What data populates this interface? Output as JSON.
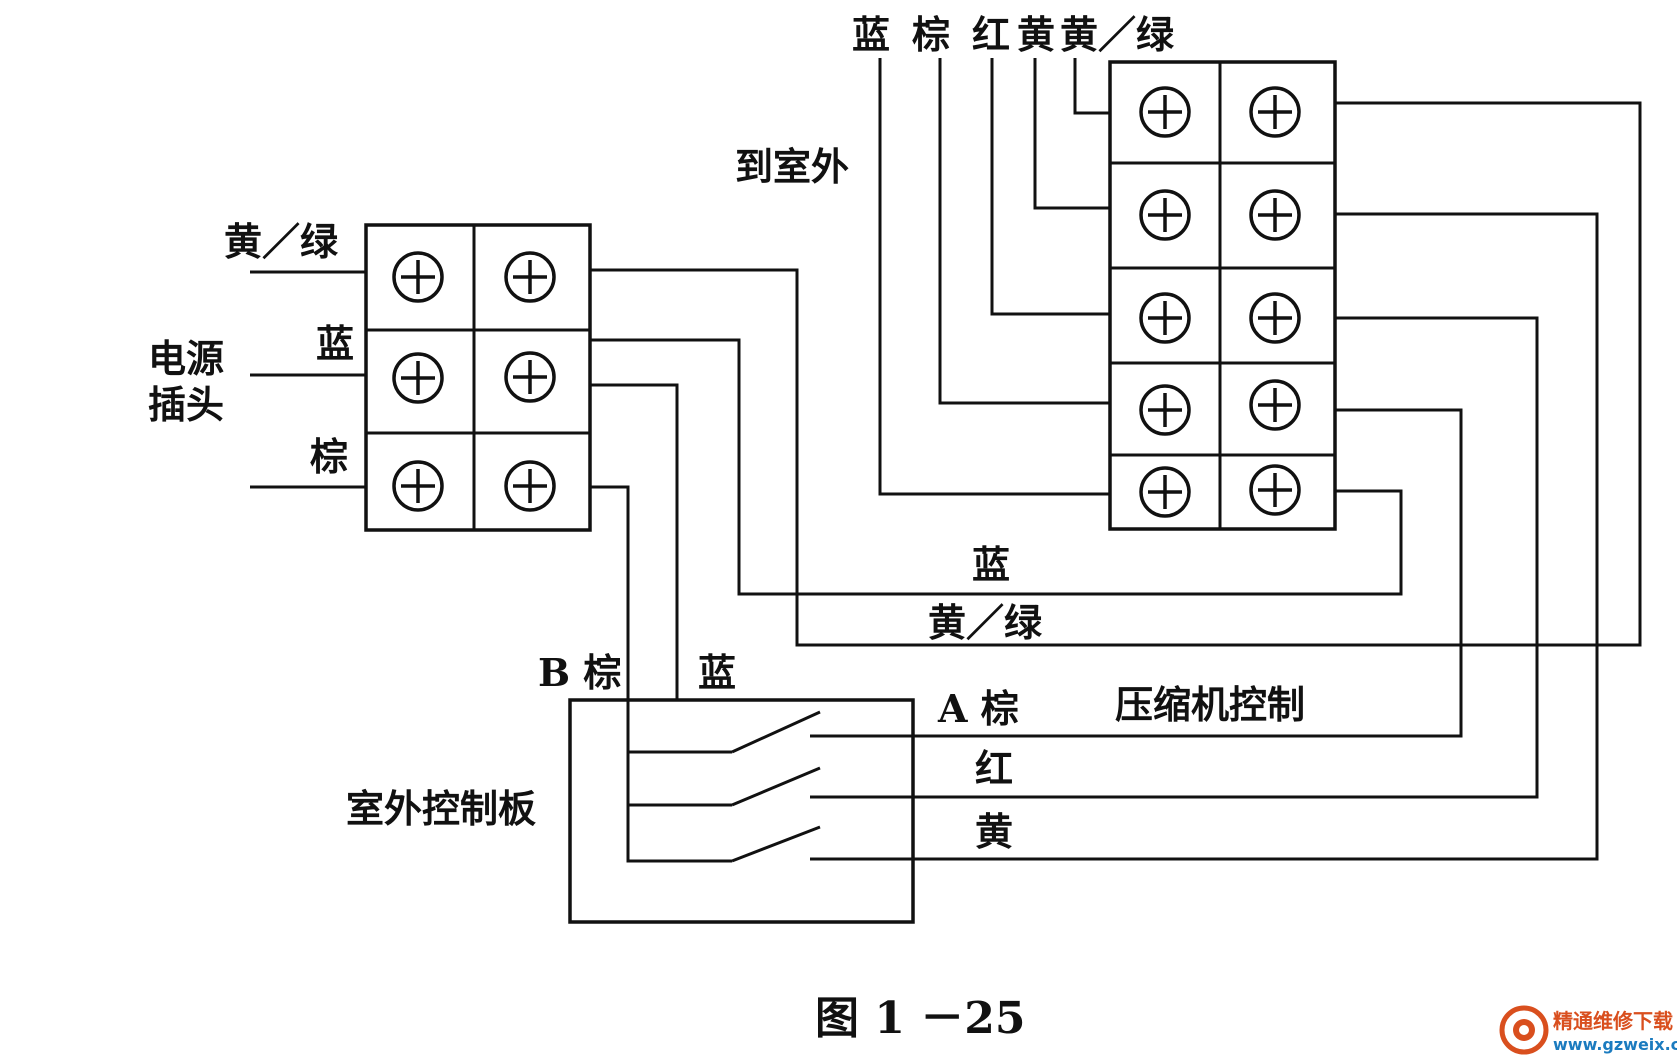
{
  "top_labels": {
    "blue": "蓝",
    "brown": "棕",
    "red": "红",
    "yellow": "黄",
    "yellow_green": "黄／绿"
  },
  "to_outdoor": "到室外",
  "left_block": {
    "yellow_green": "黄／绿",
    "blue": "蓝",
    "brown": "棕",
    "power_plug_line1": "电源",
    "power_plug_line2": "插头"
  },
  "mid_labels": {
    "blue": "蓝",
    "yellow_green": "黄／绿"
  },
  "board": {
    "b_brown": "B 棕",
    "blue": "蓝",
    "a_brown": "A 棕",
    "red": "红",
    "yellow": "黄",
    "compressor_control": "压缩机控制",
    "title": "室外控制板"
  },
  "caption": "图 1 －25",
  "watermark": {
    "brand": "精通维修下载",
    "url": "www.gzweix.com"
  }
}
